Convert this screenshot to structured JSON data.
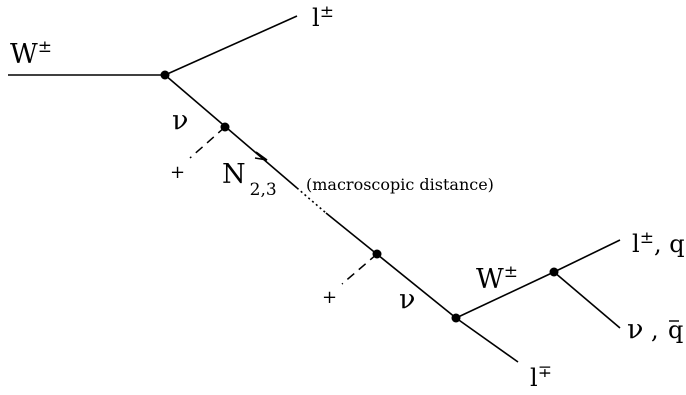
{
  "labels": {
    "w_in": "W",
    "w_in_sup": "±",
    "l_top": "l",
    "l_top_sup": "±",
    "nu_1": "ν",
    "plus_1": "+",
    "n_label": "N",
    "n_sub": "2,3",
    "distance_note": "(macroscopic distance)",
    "plus_2": "+",
    "nu_2": "ν",
    "w_out": "W",
    "w_out_sup": "±",
    "l_out": "l",
    "l_out_sup": "±",
    "l_out_tail": ",  q",
    "nu_out": "ν",
    "nu_out_tail": " ,",
    "q_bar": "q",
    "l_bottom": "l",
    "l_bottom_sup": "∓"
  }
}
